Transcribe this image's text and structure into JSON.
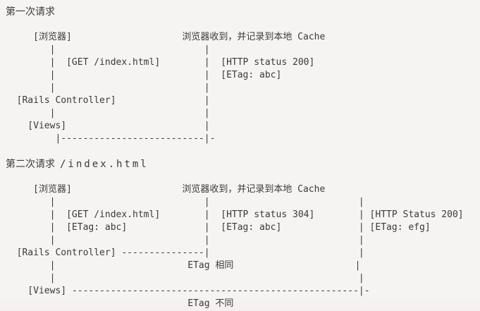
{
  "page": {
    "background": "#f5f4f2",
    "text_color": "#3a3a3a"
  },
  "sections": [
    {
      "title": "第一次请求",
      "title_path": "",
      "diagram_lines": [
        "     [浏览器]                    浏览器收到，并记录到本地 Cache",
        "        |                           |",
        "        |  [GET /index.html]        |  [HTTP status 200]",
        "        |                           |  [ETag: abc]",
        "        |                           |",
        "  [Rails Controller]                |",
        "        |                           |",
        "    [Views]                         |",
        "         |--------------------------|-"
      ]
    },
    {
      "title": "第二次请求",
      "title_path": "/index.html",
      "diagram_lines": [
        "     [浏览器]                    浏览器收到，并记录到本地 Cache",
        "        |                           |                           |",
        "        |  [GET /index.html]        |  [HTTP status 304]        | [HTTP Status 200]",
        "        |  [ETag: abc]              |  [ETag: abc]              | [ETag: efg]",
        "        |                           |                           |",
        "  [Rails Controller] ---------------|                           |",
        "        |                        ETag 相同                      |",
        "        |                                                       |",
        "    [Views] ----------------------------------------------------|-",
        "                                 ETag 不同"
      ]
    }
  ]
}
